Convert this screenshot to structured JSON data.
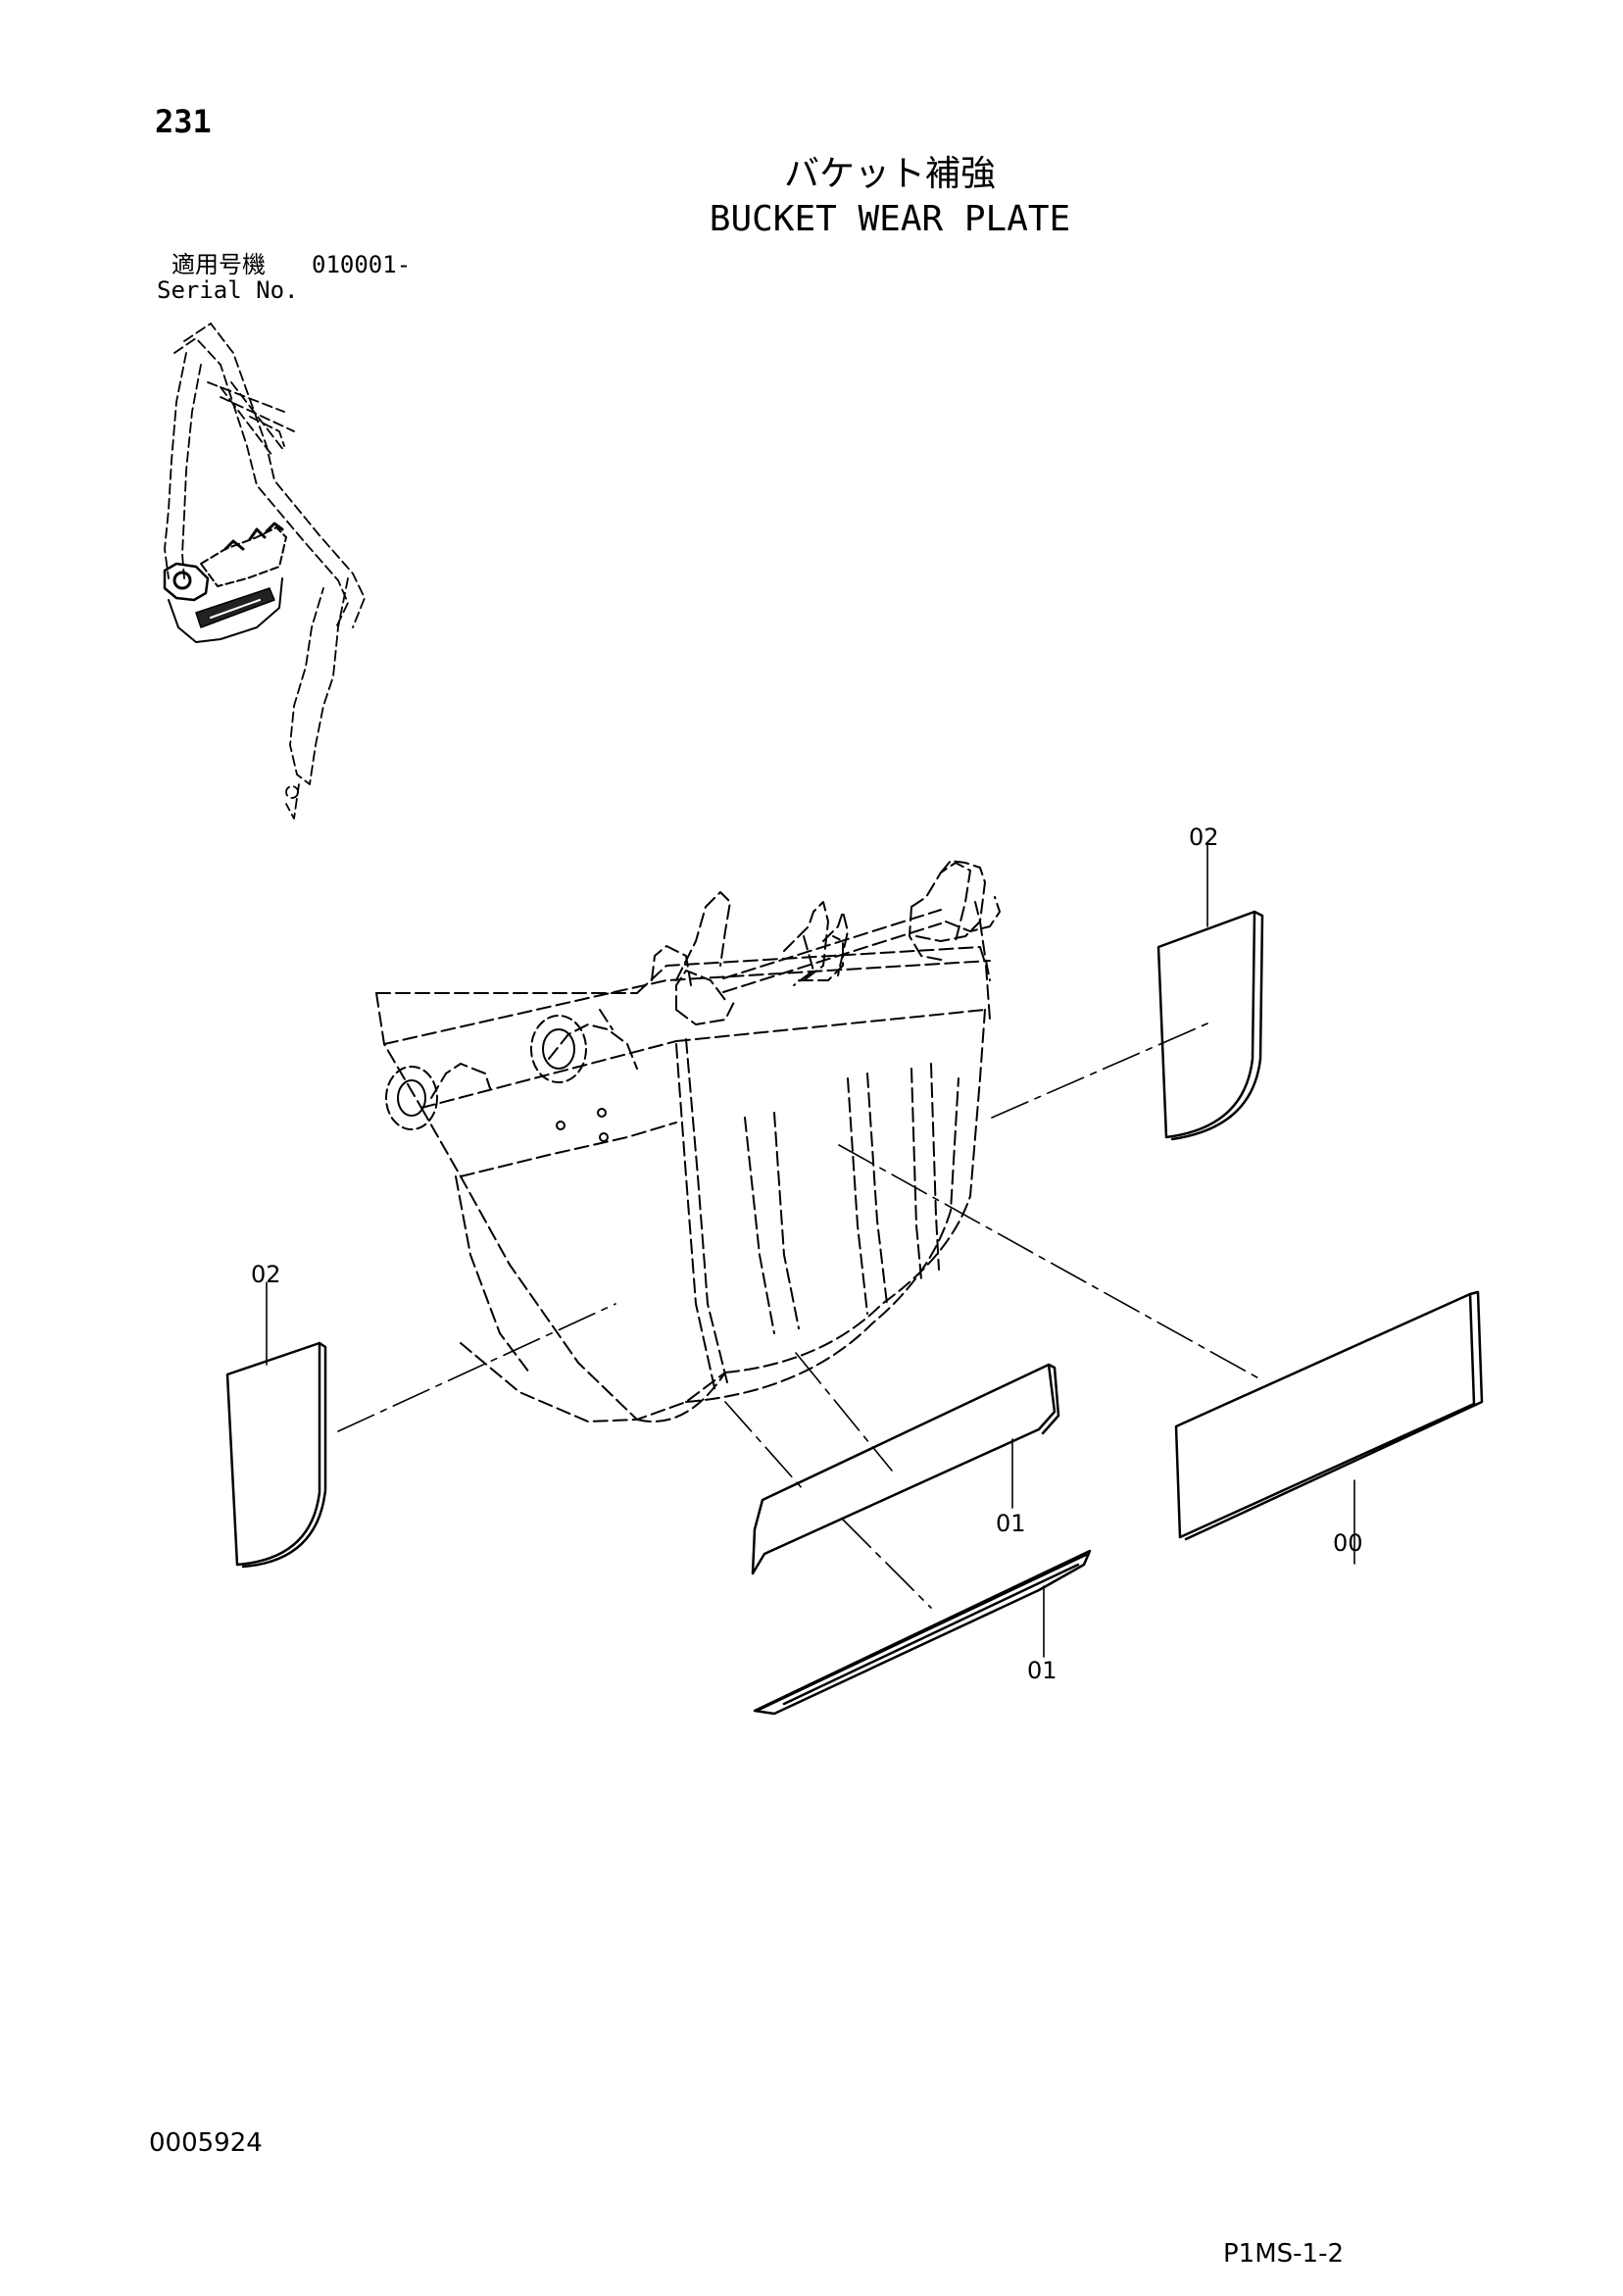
{
  "page": {
    "number": "231",
    "title_jp": "バケット補強",
    "title_en": "BUCKET WEAR PLATE",
    "serial_label_jp": "適用号機",
    "serial_value": "010001-",
    "serial_label_en": "Serial No.",
    "doc_code": "0005924",
    "ref_code": "P1MS-1-2"
  },
  "callouts": {
    "plate_side_right": "02",
    "plate_side_left": "02",
    "plate_bottom_front": "01",
    "plate_bottom_rear": "00",
    "plate_edge": "01"
  }
}
